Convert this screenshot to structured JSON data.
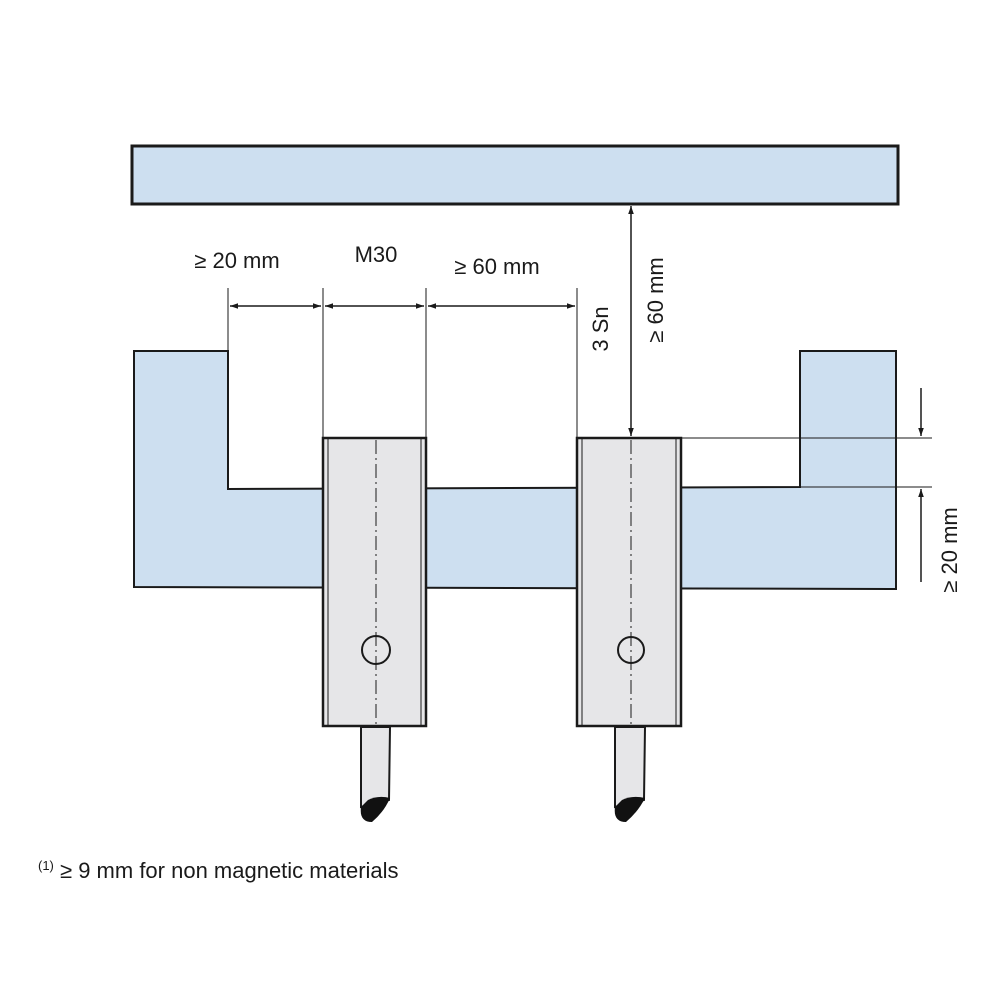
{
  "labels": {
    "gap_left": "≥ 20 mm",
    "thread": "M30",
    "gap_between": "≥ 60 mm",
    "sn": "3 Sn",
    "target_distance": "≥ 60 mm",
    "recess_depth": "≥ 20 mm"
  },
  "footnote": {
    "marker": "(1)",
    "text": "≥ 9 mm for non magnetic materials"
  },
  "colors": {
    "metal_fill": "#cddff0",
    "sensor_fill": "#e6e6e8",
    "stroke": "#1a1a1a"
  }
}
